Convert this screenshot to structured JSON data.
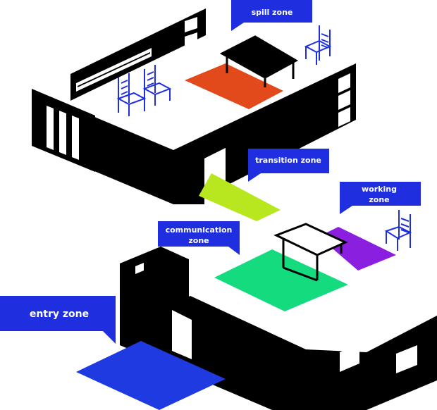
{
  "colors": {
    "wall": "#000000",
    "floor": "#ffffff",
    "label_bg": "#1f2fe0",
    "label_text": "#ffffff",
    "chair": "#1f2fe0",
    "spill_zone": "#e2491b",
    "transition_zone": "#b8e61f",
    "working_zone": "#8a1fe0",
    "communication_zone": "#14db7d",
    "entry_zone": "#1f3ae0"
  },
  "labels": {
    "spill": "spill zone",
    "transition": "transition zone",
    "working_line1": "working",
    "working_line2": "zone",
    "communication_line1": "communication",
    "communication_line2": "zone",
    "entry": "entry zone"
  }
}
